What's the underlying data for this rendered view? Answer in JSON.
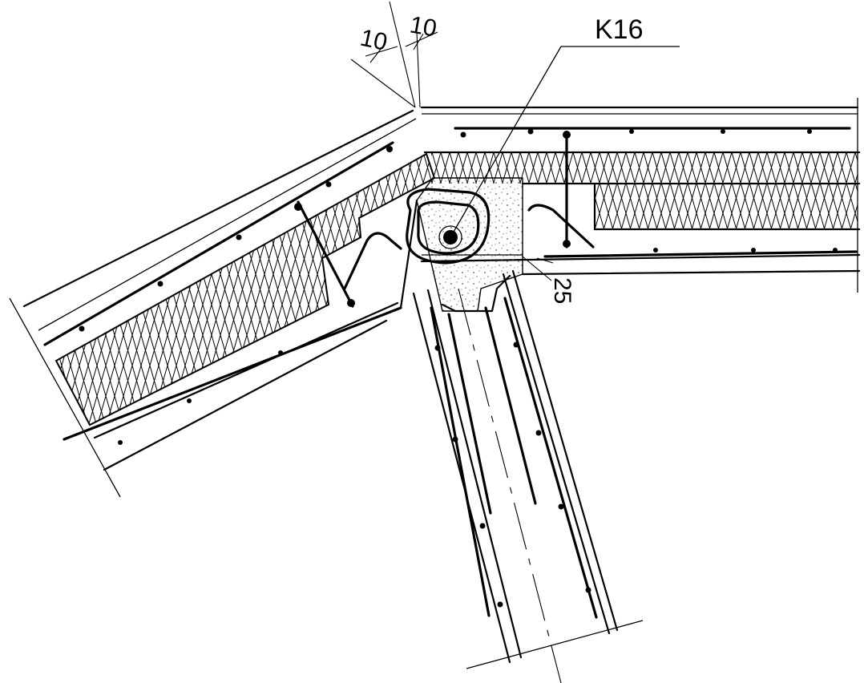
{
  "labels": {
    "callout": "K16",
    "dim_left": "10",
    "dim_right": "10",
    "dim_gap": "25"
  }
}
